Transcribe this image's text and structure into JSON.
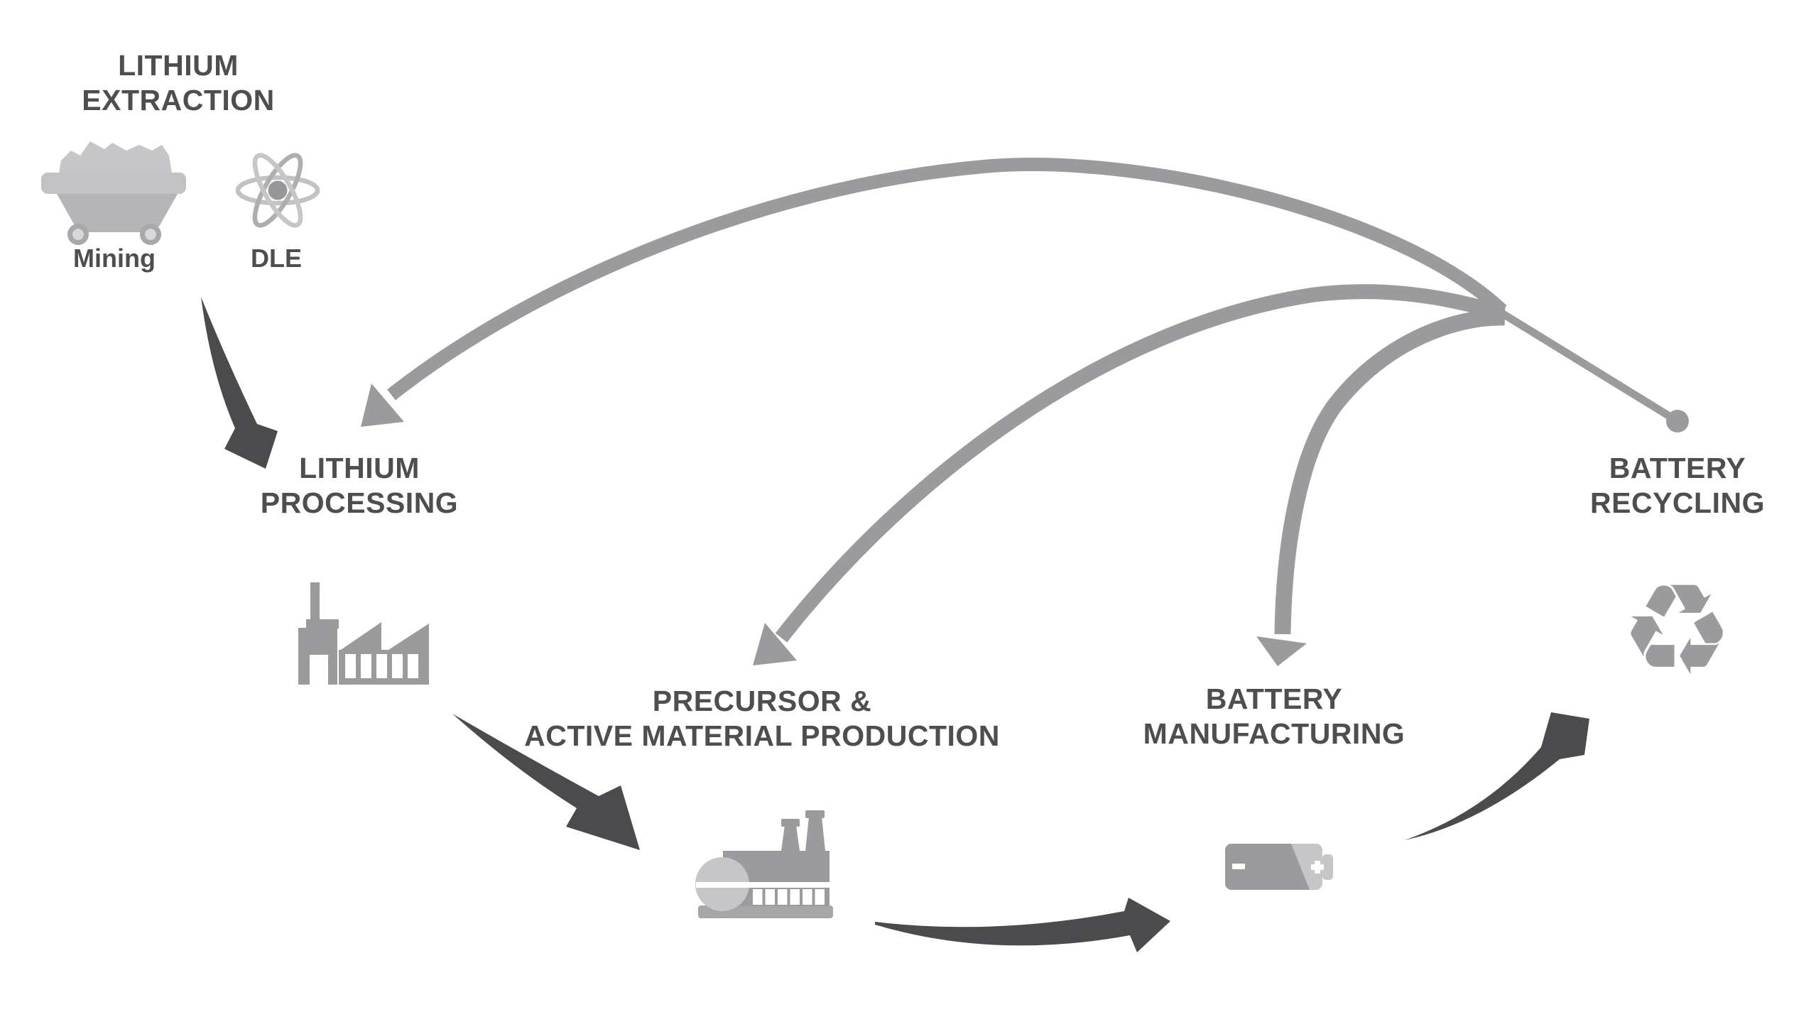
{
  "diagram": {
    "background": "#ffffff",
    "nodes": [
      {
        "id": "lithium-extraction",
        "label": "LITHIUM\nEXTRACTION"
      },
      {
        "id": "lithium-processing",
        "label": "LITHIUM\nPROCESSING"
      },
      {
        "id": "precursor-active-material-production",
        "label": "PRECURSOR &\nACTIVE MATERIAL PRODUCTION"
      },
      {
        "id": "battery-manufacturing",
        "label": "BATTERY\nMANUFACTURING"
      },
      {
        "id": "battery-recycling",
        "label": "BATTERY\nRECYCLING"
      }
    ],
    "extraction_methods": [
      {
        "id": "mining",
        "label": "Mining",
        "icon": "mine-cart-icon"
      },
      {
        "id": "dle",
        "label": "DLE",
        "icon": "atom-icon"
      }
    ],
    "icons": {
      "recycling_symbol": "♻"
    },
    "flows": {
      "forward": [
        {
          "from": "LITHIUM EXTRACTION",
          "to": "LITHIUM PROCESSING"
        },
        {
          "from": "LITHIUM PROCESSING",
          "to": "PRECURSOR & ACTIVE MATERIAL PRODUCTION"
        },
        {
          "from": "PRECURSOR & ACTIVE MATERIAL PRODUCTION",
          "to": "BATTERY MANUFACTURING"
        },
        {
          "from": "BATTERY MANUFACTURING",
          "to": "BATTERY RECYCLING"
        }
      ],
      "recycling_returns": [
        {
          "from": "BATTERY RECYCLING",
          "to": "LITHIUM PROCESSING"
        },
        {
          "from": "BATTERY RECYCLING",
          "to": "PRECURSOR & ACTIVE MATERIAL PRODUCTION"
        },
        {
          "from": "BATTERY RECYCLING",
          "to": "BATTERY MANUFACTURING"
        }
      ]
    },
    "colors": {
      "dark_arrow": "#4b4b4d",
      "recycle_arrow": "#9b9b9e",
      "icon_gray": "#9b9b9e",
      "icon_light_gray": "#c6c6c8",
      "text": "#4e4e50",
      "background": "#ffffff"
    }
  }
}
